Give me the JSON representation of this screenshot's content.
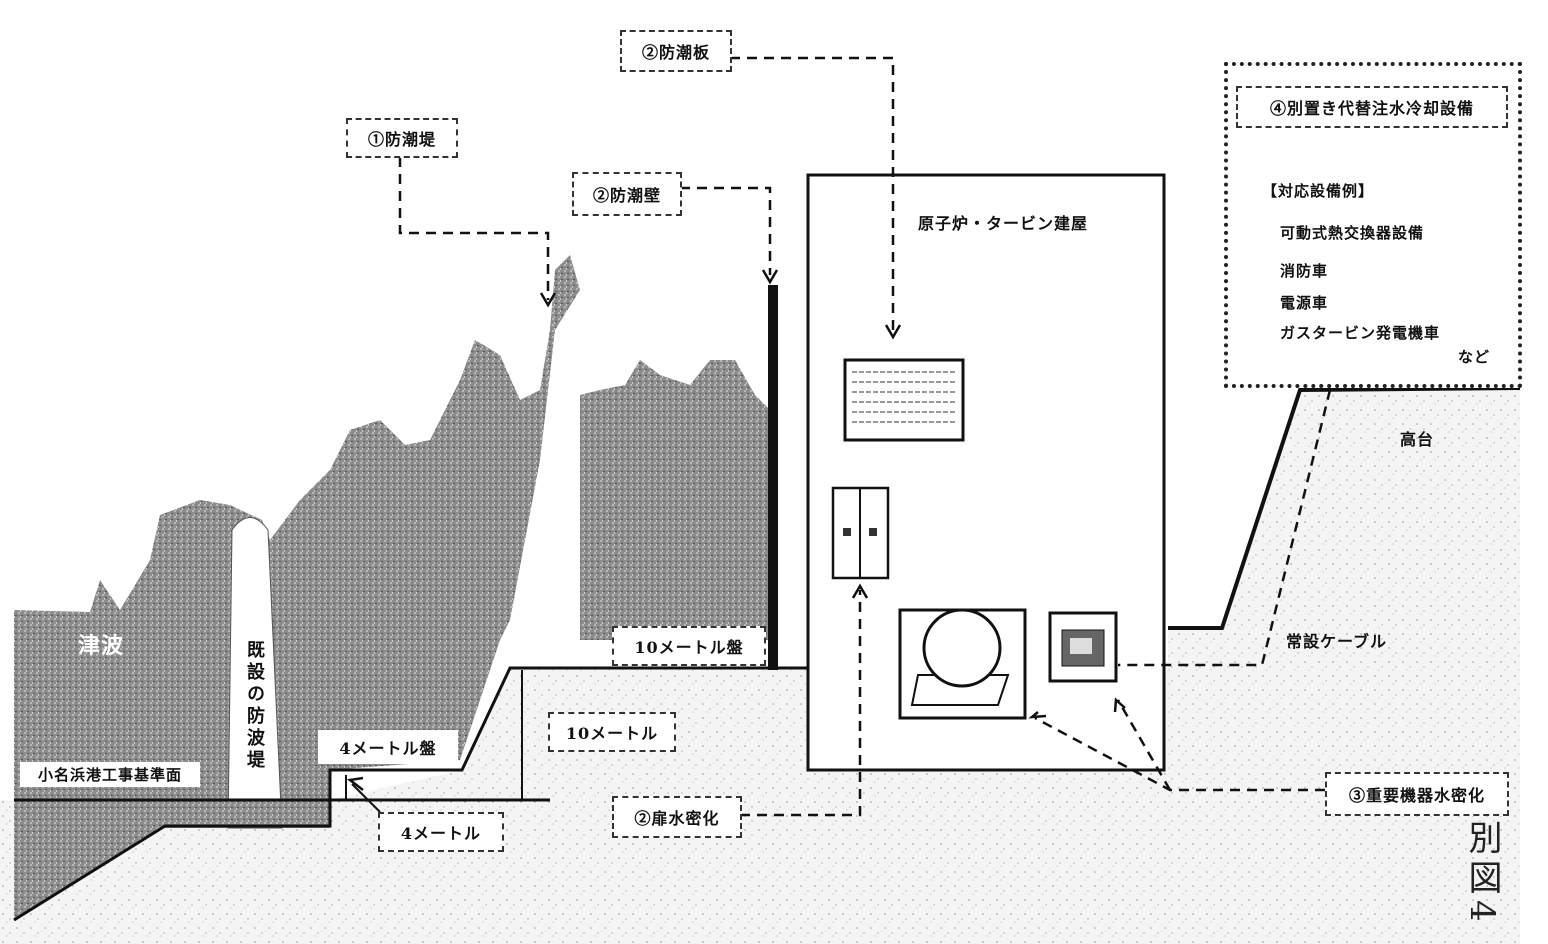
{
  "labels": {
    "tsunami": "津波",
    "existing_breakwater": "既設の防波堤",
    "datum": "小名浜港工事基準面",
    "ground_4m": "4メートル盤",
    "height_4m": "4メートル",
    "height_10m": "10メートル",
    "ground_10m": "10メートル盤",
    "building": "原子炉・タービン建屋",
    "highland": "高台",
    "cable": "常設ケーブル",
    "figure": "別図4"
  },
  "measures": {
    "seawall": "①防潮堤",
    "tidewall": "②防潮壁",
    "tideboard": "②防潮板",
    "door_seal": "②扉水密化",
    "equipment_seal": "③重要機器水密化",
    "backup_cooling": "④別置き代替注水冷却設備"
  },
  "backup": {
    "heading": "【対応設備例】",
    "items": [
      "可動式熱交換器設備",
      "消防車",
      "電源車",
      "ガスタービン発電機車"
    ],
    "etc": "など"
  }
}
